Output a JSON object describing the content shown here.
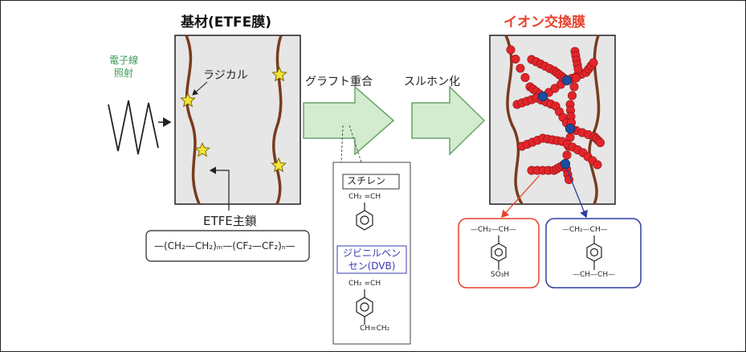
{
  "labels": {
    "substrate_title": "基材(ETFE膜)",
    "irradiation_line1": "電子線",
    "irradiation_line2": "照射",
    "radical": "ラジカル",
    "backbone": "ETFE主鎖",
    "graft_polymerization": "グラフト重合",
    "sulfonation": "スルホン化",
    "ion_exchange_membrane": "イオン交換膜",
    "styrene": "スチレン",
    "dvb_line1": "ジビニルベン",
    "dvb_line2": "セン(DVB)"
  },
  "formulas": {
    "etfe": "—(CH₂—CH₂)ₘ—(CF₂—CF₂)ₙ—",
    "styrene_top": "CH₂ =CH",
    "dvb_top": "CH₂ =CH",
    "dvb_bottom": "CH=CH₂",
    "sulfonated_top": "—CH₂—CH—",
    "sulfonated_bottom": "SO₃H",
    "crosslink_top": "—CH₂—CH—",
    "crosslink_bottom": "—CH—CH—"
  },
  "colors": {
    "chain": "#7a3b1e",
    "star": "#f2e53a",
    "arrow_fill": "#d3ebcf",
    "arrow_stroke": "#6aa36a",
    "membrane_bg": "#e6e6e6",
    "sulfonate_ball": "#e3252b",
    "crosslink_ball": "#1c4d9c",
    "red_frame": "#e8412c",
    "blue_frame": "#2c3ea0"
  }
}
